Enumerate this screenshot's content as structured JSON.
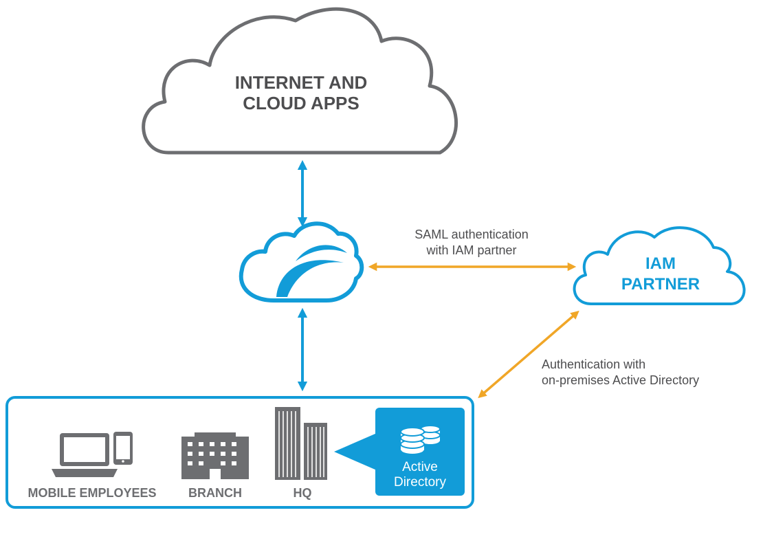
{
  "colors": {
    "gray": "#6d6e71",
    "dark_text": "#4d4d4f",
    "blue": "#129cd8",
    "orange": "#f0a627",
    "white": "#ffffff"
  },
  "internet_cloud": {
    "line1": "INTERNET AND",
    "line2": "CLOUD APPS"
  },
  "iam_cloud": {
    "line1": "IAM",
    "line2": "PARTNER"
  },
  "links": {
    "saml_line1": "SAML authentication",
    "saml_line2": "with IAM partner",
    "ad_line1": "Authentication with",
    "ad_line2": "on-premises Active Directory"
  },
  "locations": {
    "mobile": "MOBILE EMPLOYEES",
    "branch": "BRANCH",
    "hq": "HQ"
  },
  "active_directory": {
    "line1": "Active",
    "line2": "Directory"
  },
  "icons": {
    "zscaler": "cloud-security-logo-icon",
    "mobile": "laptop-phone-icon",
    "branch": "building-icon",
    "hq": "tower-buildings-icon",
    "ad": "database-icon"
  }
}
